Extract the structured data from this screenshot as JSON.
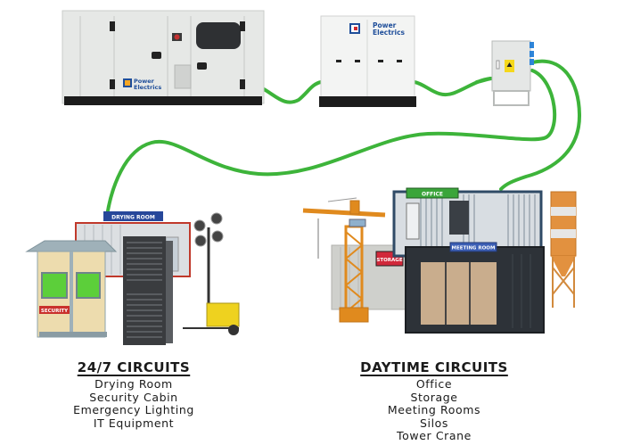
{
  "colors": {
    "cable": "#3db43a",
    "generator_body": "#e4e6e4",
    "brand_blue": "#1f4e9a",
    "drying_sign": "#26479a",
    "office_sign": "#3aa53a",
    "meeting_sign": "#3c5fb5",
    "storage_sign": "#d1283a",
    "security_sign": "#cf2a2a",
    "crane": "#e08a1e",
    "silo": "#e2913f"
  },
  "equipment": {
    "main_generator": {
      "brand_line1": "Power",
      "brand_line2": "Electrics",
      "icon": "power-electrics-logo"
    },
    "second_generator": {
      "brand_line1": "Power",
      "brand_line2": "Electrics",
      "icon": "power-electrics-logo"
    },
    "distribution_board": {
      "icon": "electrical-distribution-box"
    }
  },
  "signs": {
    "drying_room": "DRYING ROOM",
    "security": "SECURITY",
    "office": "OFFICE",
    "meeting_room": "MEETING ROOM",
    "storage": "STORAGE"
  },
  "circuits_247": {
    "title": "24/7 CIRCUITS",
    "items": [
      "Drying Room",
      "Security Cabin",
      "Emergency Lighting",
      "IT Equipment"
    ]
  },
  "circuits_daytime": {
    "title": "DAYTIME CIRCUITS",
    "items": [
      "Office",
      "Storage",
      "Meeting Rooms",
      "Silos",
      "Tower Crane"
    ]
  }
}
